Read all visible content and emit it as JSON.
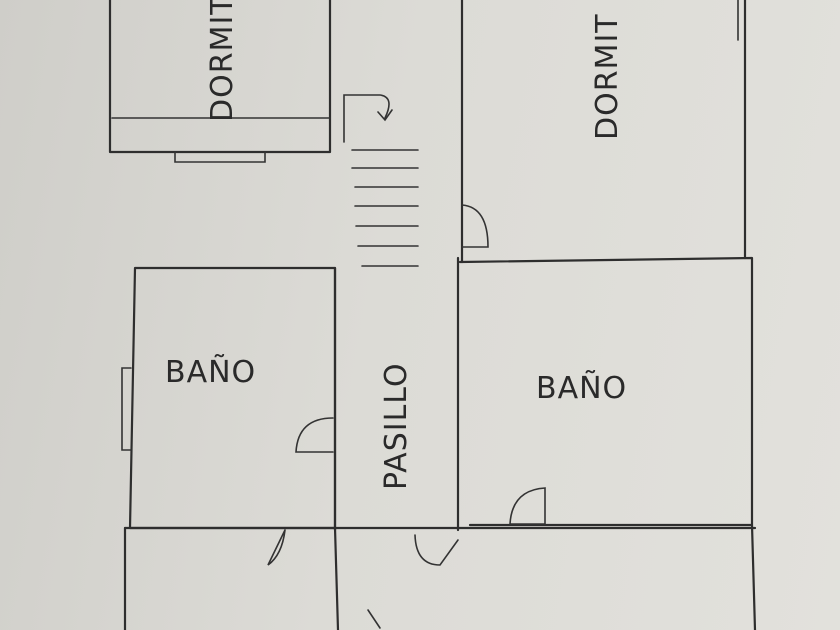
{
  "plan": {
    "labels": {
      "bedroom_top_left": "DORMIT",
      "bedroom_top_right": "DORMIT",
      "bathroom_left": "BAÑO",
      "bathroom_right": "BAÑO",
      "hallway": "PASILLO"
    }
  }
}
